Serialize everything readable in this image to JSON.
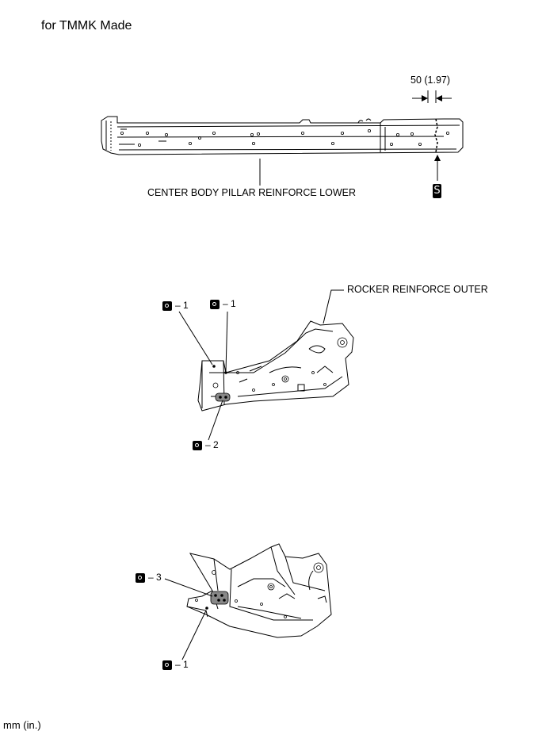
{
  "header": {
    "title": "for TMMK Made"
  },
  "dimension": {
    "label": "50 (1.97)"
  },
  "parts": {
    "pillar": "CENTER BODY PILLAR REINFORCE LOWER",
    "rocker": "ROCKER REINFORCE OUTER"
  },
  "welds": {
    "w1": "1",
    "w2": "1",
    "w3": "2",
    "w4": "3",
    "w5": "1"
  },
  "cut_symbol": "S",
  "footer": {
    "units": "mm (in.)"
  }
}
